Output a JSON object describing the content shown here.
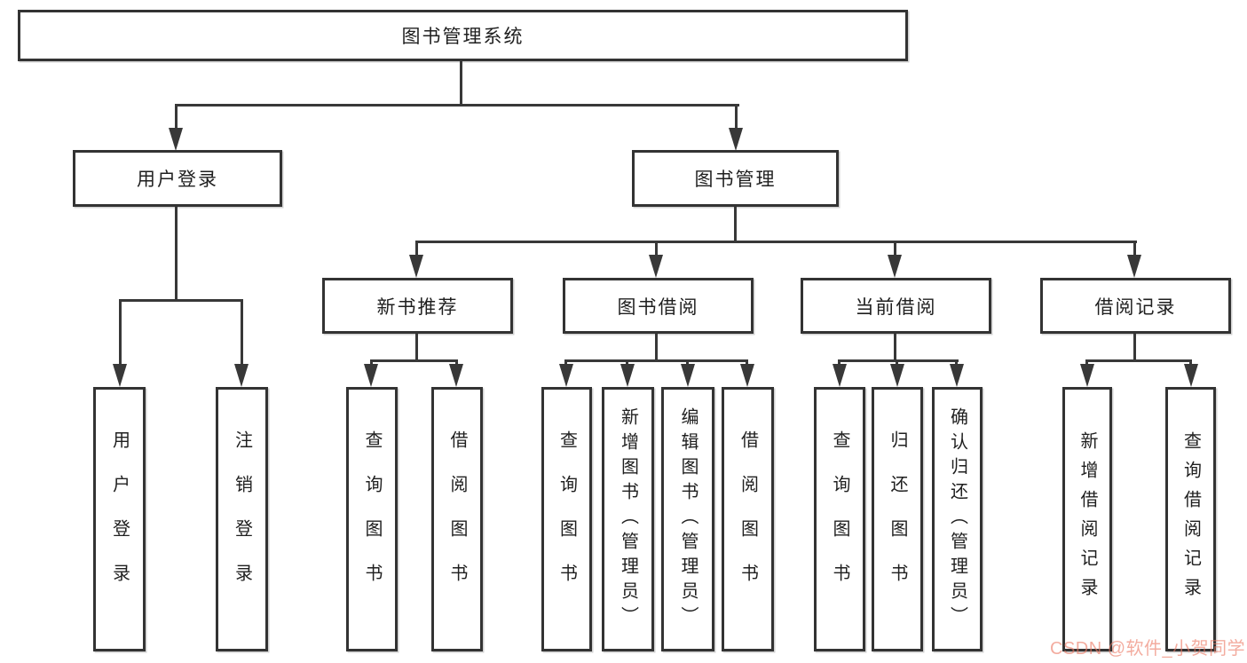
{
  "diagram": {
    "root": "图书管理系统",
    "level2": {
      "user_login": "用户登录",
      "book_management": "图书管理"
    },
    "level3": {
      "new_book_recommendation": "新书推荐",
      "book_borrowing": "图书借阅",
      "current_borrowing": "当前借阅",
      "borrowing_records": "借阅记录"
    },
    "leaves": {
      "user_login_group": [
        "用户登录",
        "注销登录"
      ],
      "new_book_group": [
        "查询图书",
        "借阅图书"
      ],
      "book_borrowing_group": [
        "查询图书",
        "新增图书（管理员）",
        "编辑图书（管理员）",
        "借阅图书"
      ],
      "current_borrowing_group": [
        "查询图书",
        "归还图书",
        "确认归还（管理员）"
      ],
      "borrowing_records_group": [
        "新增借阅记录",
        "查询借阅记录"
      ]
    }
  },
  "watermark": {
    "text": "CSDN @软件_小贺同学",
    "color": "#eb7964"
  },
  "colors": {
    "line": "#383838",
    "box_border": "#333333",
    "text": "#1f1f1f",
    "background": "#ffffff"
  }
}
